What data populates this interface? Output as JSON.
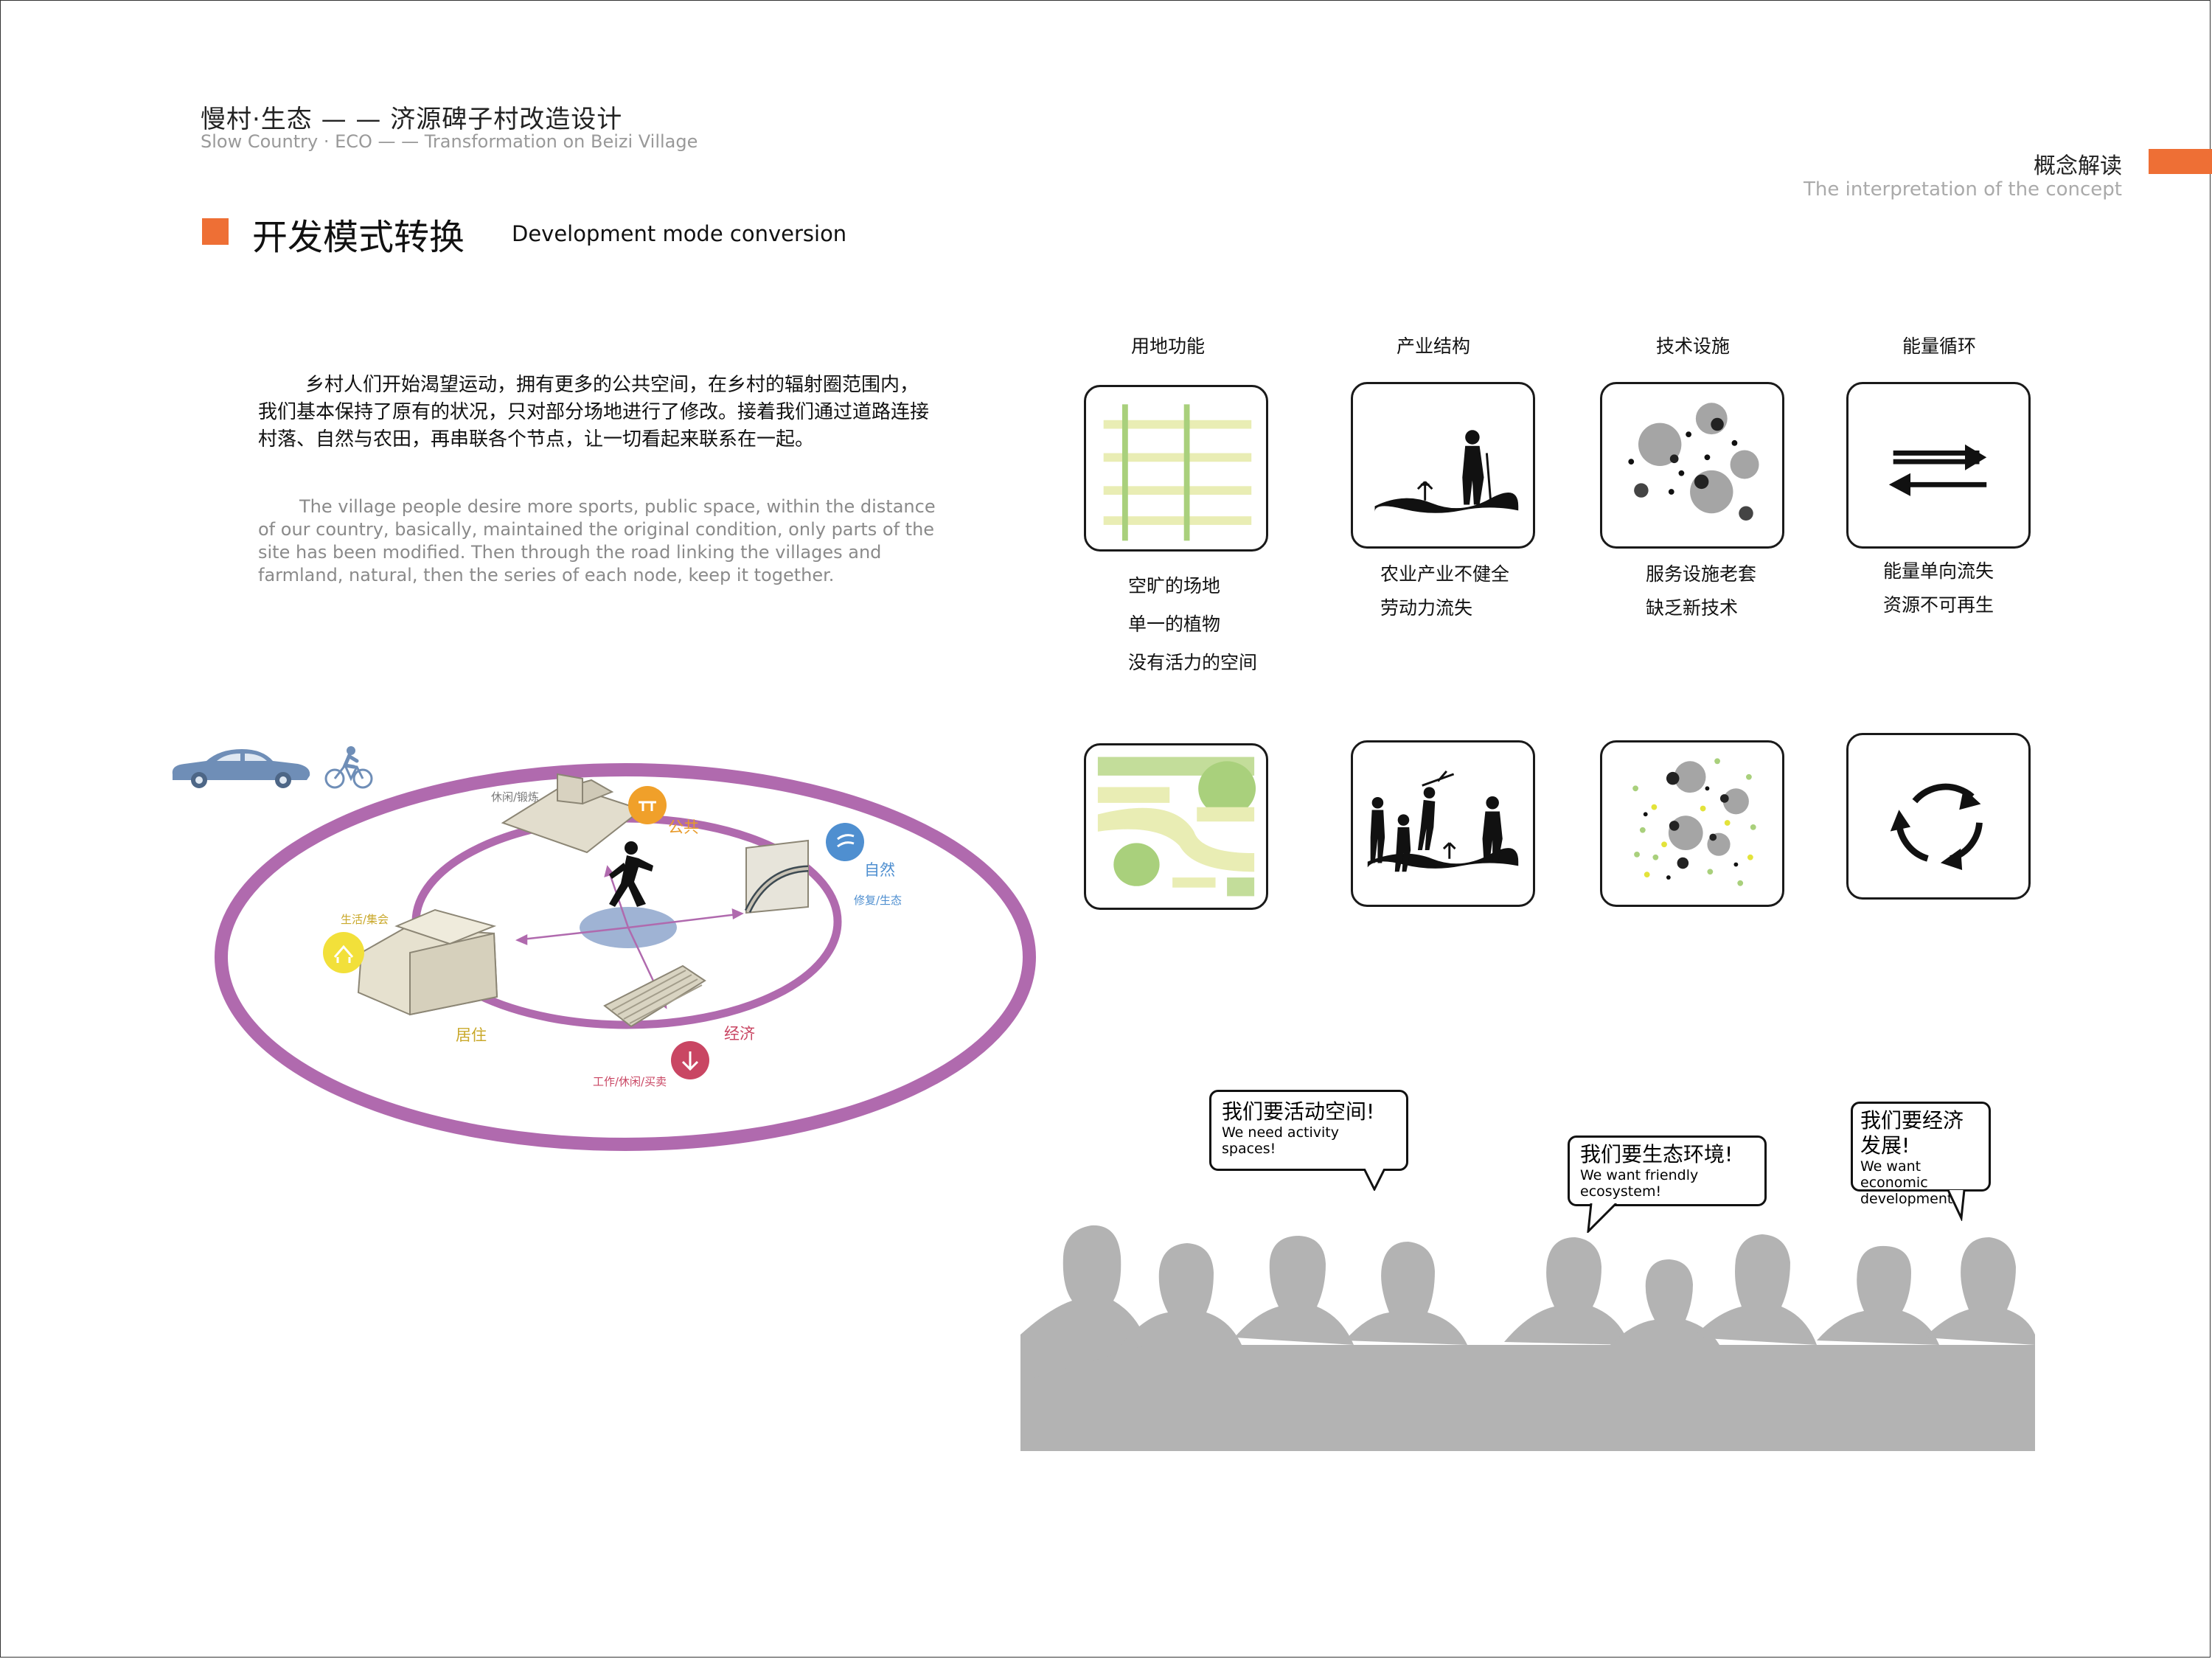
{
  "header": {
    "title_cn": "慢村·生态 — — 济源碑子村改造设计",
    "title_en": "Slow Country · ECO — — Transformation on Beizi Village"
  },
  "side": {
    "title_cn": "概念解读",
    "title_en": "The interpretation of the concept"
  },
  "section": {
    "title_cn": "开发模式转换",
    "title_en": "Development mode conversion"
  },
  "intro": {
    "cn": "乡村人们开始渴望运动，拥有更多的公共空间，在乡村的辐射圈范围内，我们基本保持了原有的状况，只对部分场地进行了修改。接着我们通过道路连接村落、自然与农田，再串联各个节点，让一切看起来联系在一起。",
    "en": "The village people desire more sports, public space, within the distance of our country, basically, maintained the original condition, only parts of the site has been modified. Then through the road linking the villages and farmland, natural, then the series of each node, keep it together."
  },
  "diagram": {
    "public": "公共",
    "public_sub": "休闲/锻炼",
    "nature": "自然",
    "nature_sub": "修复/生态",
    "living": "居住",
    "living_sub": "生活/集会",
    "economy": "经济",
    "economy_sub": "工作/休闲/买卖",
    "colors": {
      "ring": "#b06aae",
      "public": "#f0a02a",
      "nature": "#4f8fd0",
      "living": "#f2e03a",
      "economy": "#c94663"
    }
  },
  "columns": [
    {
      "label": "用地功能",
      "problems": [
        "空旷的场地",
        "单一的植物",
        "没有活力的空间"
      ]
    },
    {
      "label": "产业结构",
      "problems": [
        "农业产业不健全",
        "劳动力流失"
      ]
    },
    {
      "label": "技术设施",
      "problems": [
        "服务设施老套",
        "缺乏新技术"
      ]
    },
    {
      "label": "能量循环",
      "problems": [
        "能量单向流失",
        "资源不可再生"
      ]
    }
  ],
  "bubbles": [
    {
      "cn": "我们要活动空间!",
      "en": "We need activity spaces!"
    },
    {
      "cn": "我们要生态环境!",
      "en": "We want friendly ecosystem!"
    },
    {
      "cn_1": "我们要经济",
      "cn_2": "发展!",
      "en_1": "We want economic",
      "en_2": "development!"
    }
  ],
  "icons": {
    "car": "car-icon",
    "cyclist": "cyclist-icon",
    "runner": "runner-icon"
  }
}
